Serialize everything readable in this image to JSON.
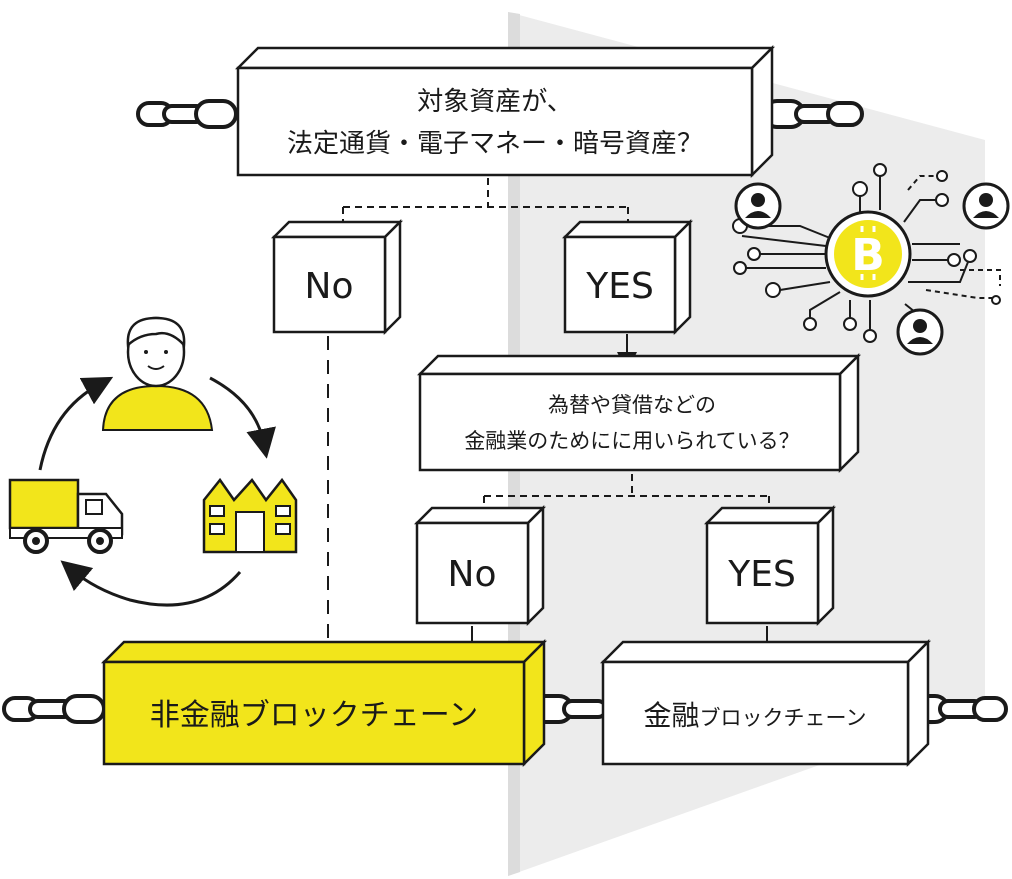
{
  "question1": {
    "line1": "対象資産が、",
    "line2": "法定通貨・電子マネー・暗号資産？"
  },
  "question2": {
    "line1": "為替や貸借などの",
    "line2": "金融業のためにに用いられている？"
  },
  "answers": {
    "q1_no": "No",
    "q1_yes": "YES",
    "q2_no": "No",
    "q2_yes": "YES"
  },
  "results": {
    "non_financial": "非金融ブロックチェーン",
    "financial_main": "金融",
    "financial_sub": "ブロックチェーン"
  },
  "colors": {
    "accent": "#f2e51b",
    "ink": "#1a1a1a",
    "panel": "#ececec"
  },
  "icons": [
    "bitcoin-icon",
    "person-icon",
    "truck-icon",
    "factory-icon",
    "chain-icon"
  ]
}
